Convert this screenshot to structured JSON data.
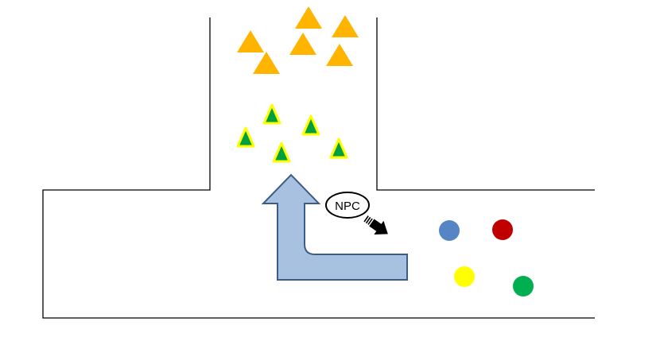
{
  "npc": {
    "label": "NPC"
  },
  "colors": {
    "walls": "#000000",
    "orange_triangle": "#FFB400",
    "green_triangle_fill": "#00A040",
    "green_triangle_outline": "#FFFF00",
    "turn_arrow_fill": "#A9C1E1",
    "turn_arrow_stroke": "#3B5D85",
    "npc_arrow": "#000000",
    "dot_blue": "#5585C5",
    "dot_red": "#C00000",
    "dot_yellow": "#FFFF00",
    "dot_green": "#00B050"
  },
  "icons": {
    "orange_triangles": "triangle",
    "green_triangles": "triangle",
    "turn_arrow": "bent-up-arrow",
    "npc_arrow": "striped-arrow",
    "dots": "circle"
  }
}
